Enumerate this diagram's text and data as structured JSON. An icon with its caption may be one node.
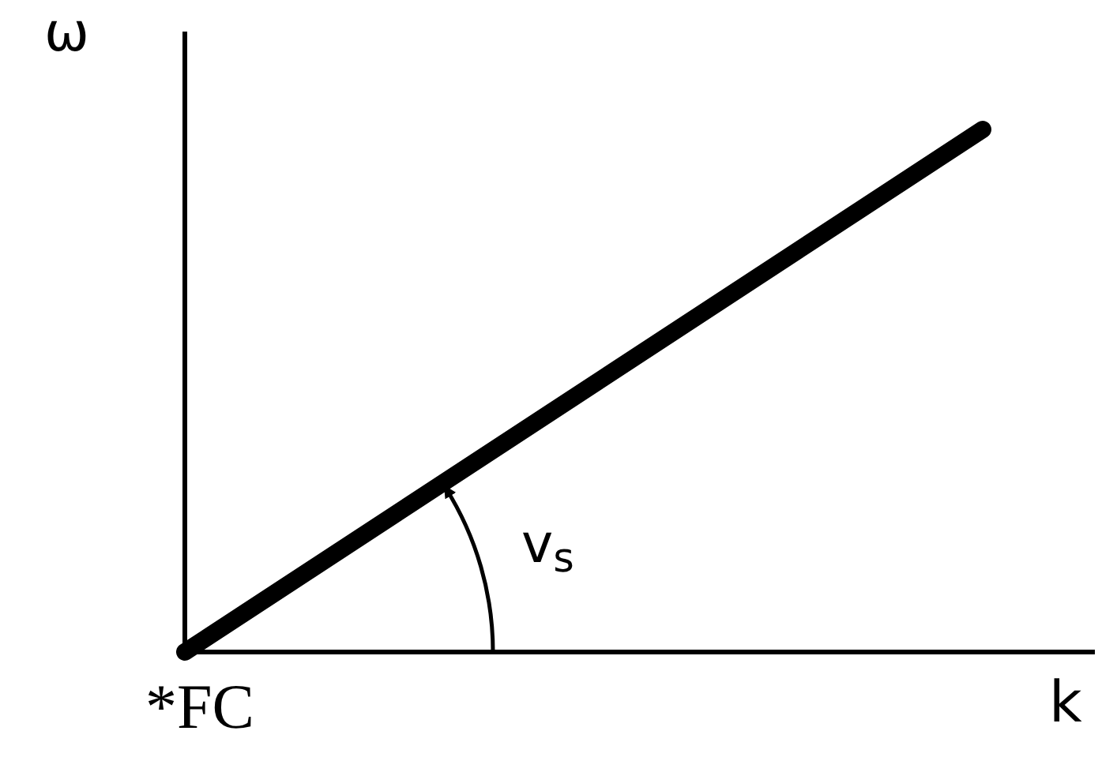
{
  "diagram": {
    "labels": [
      "ω",
      "v$_{s}$",
      "*FC",
      "k"
    ]
  }
}
